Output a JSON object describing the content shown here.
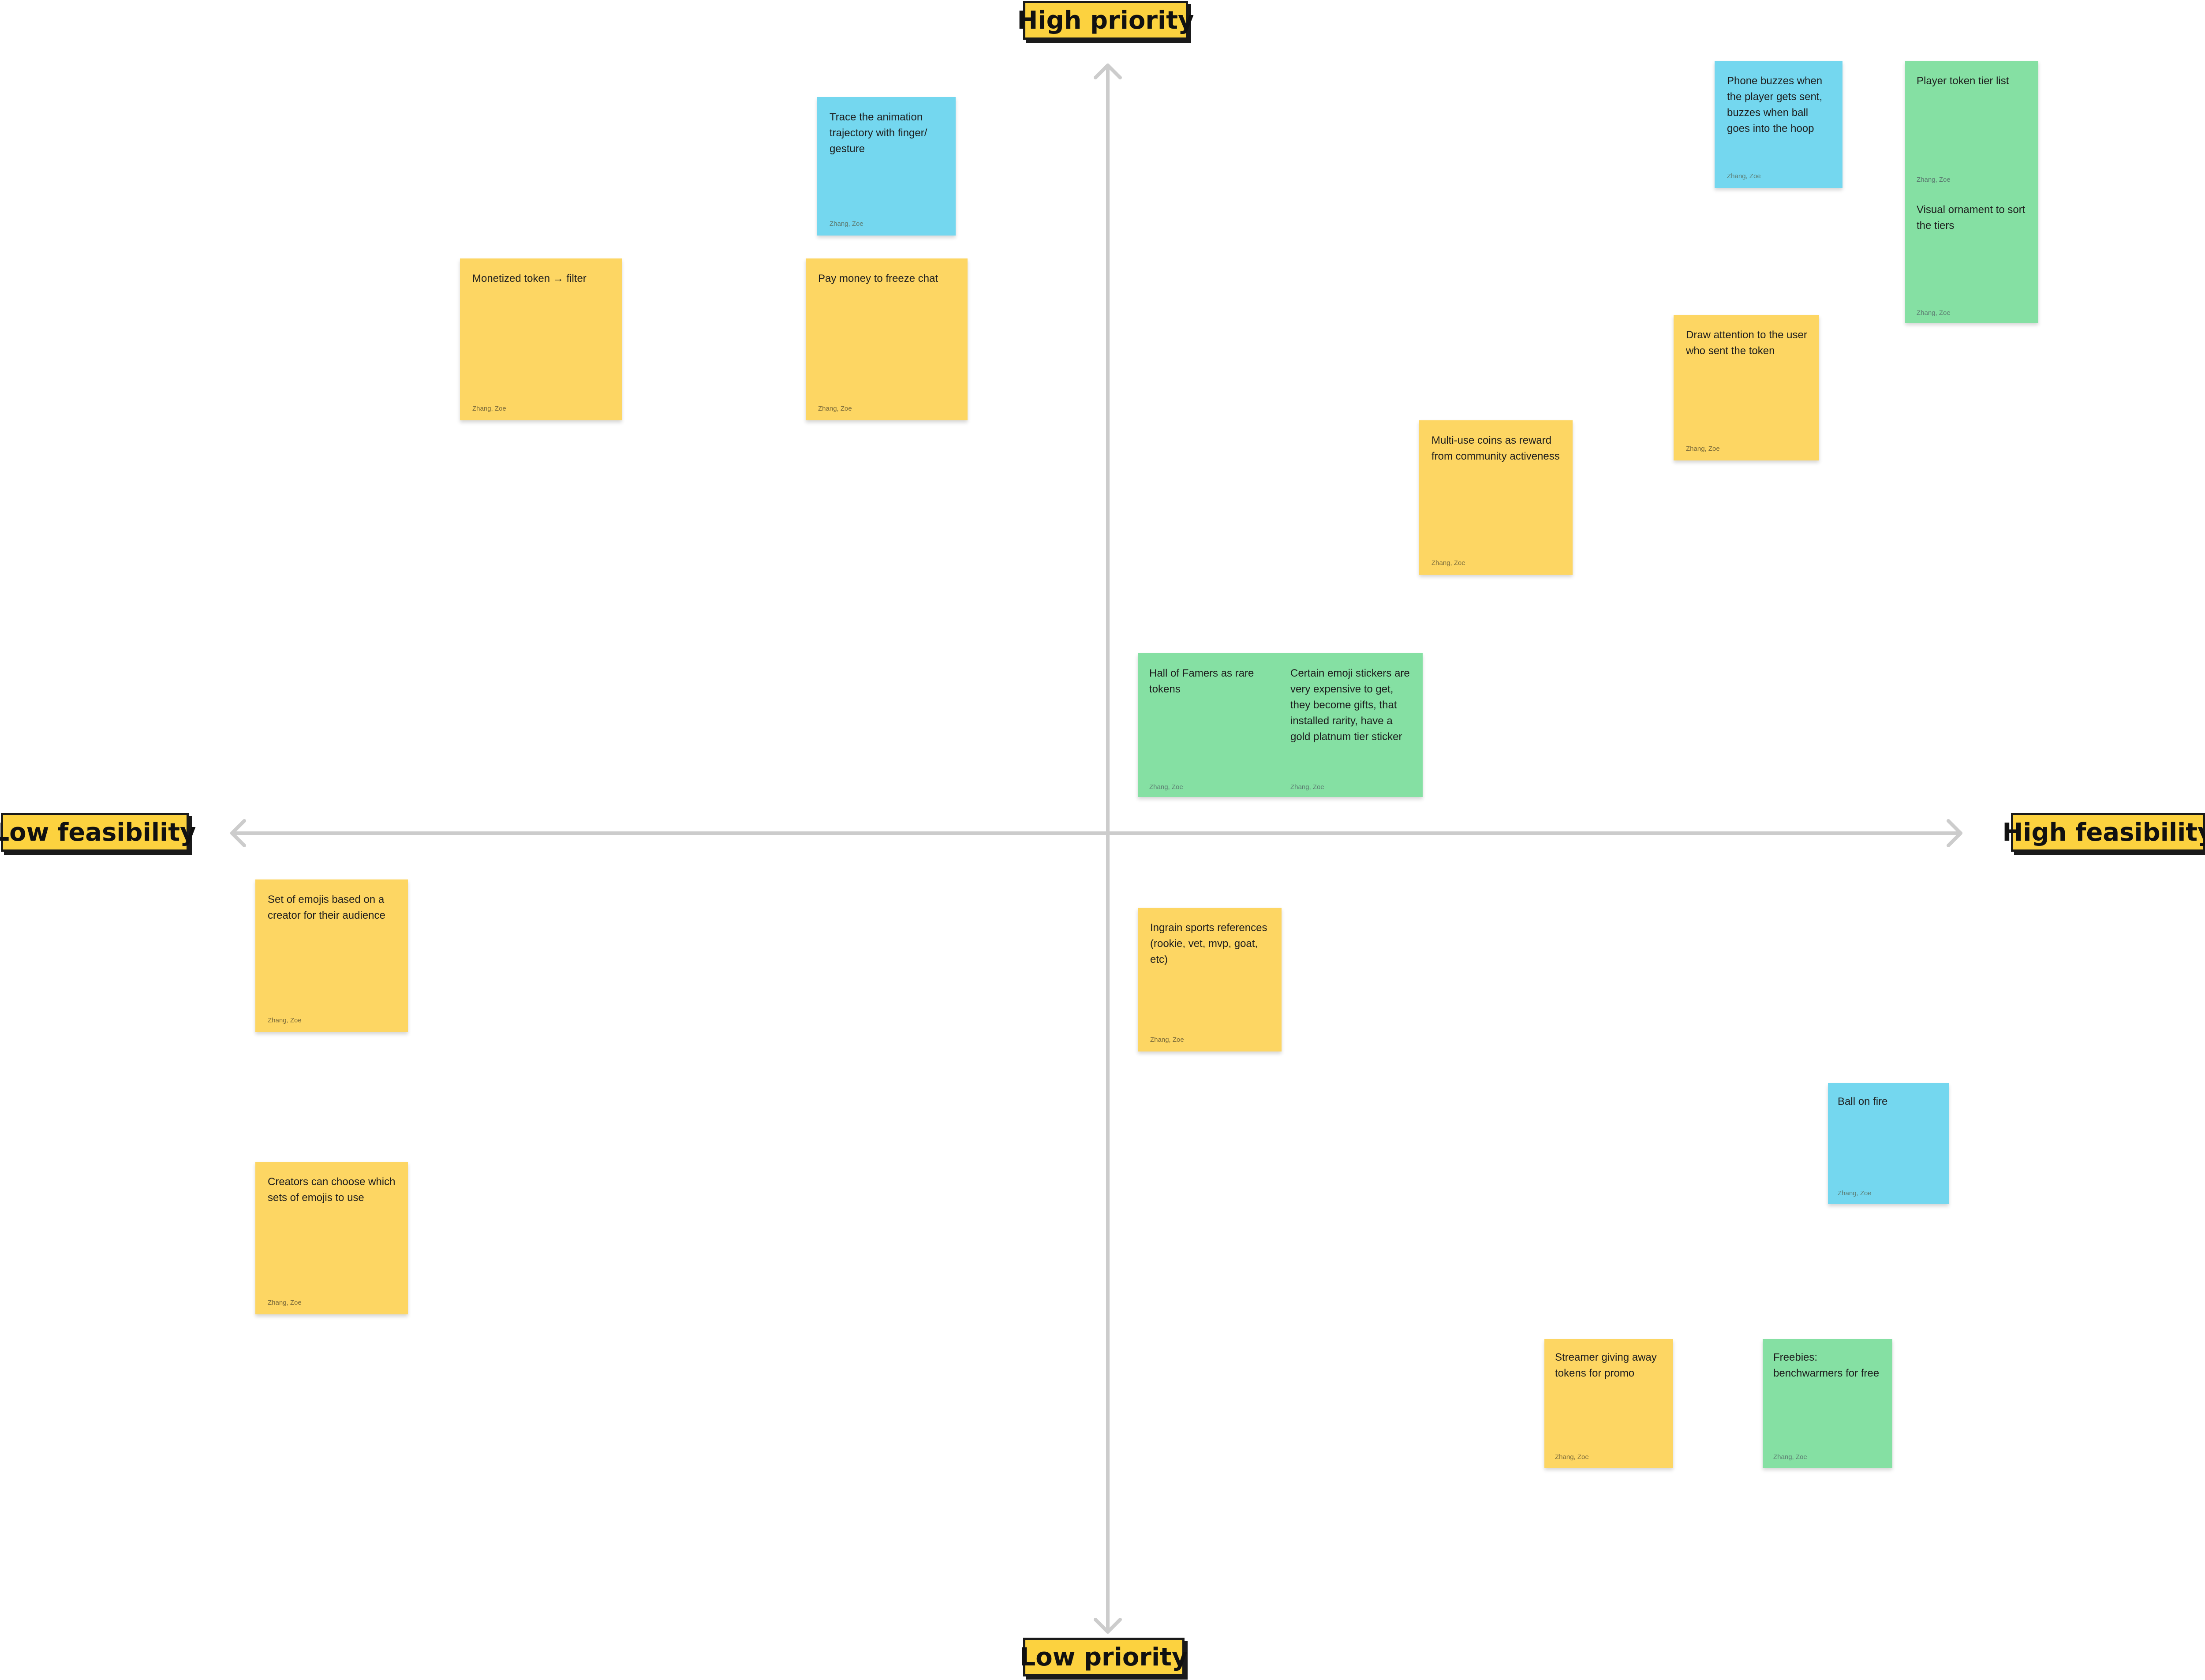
{
  "axes": {
    "top_label": "High priority",
    "bottom_label": "Low priority",
    "left_label": "Low feasibility",
    "right_label": "High feasibility",
    "axis_color": "#CCCCCC"
  },
  "colors": {
    "label_bg": "#FCD23F",
    "sticky_yellow": "#FDD663",
    "sticky_blue": "#74D7EF",
    "sticky_green": "#85E0A3"
  },
  "stickies": {
    "trace_animation": {
      "text": "Trace the animation trajectory with finger/ gesture",
      "author": "Zhang, Zoe"
    },
    "monetized_token": {
      "text": "Monetized token → filter",
      "author": "Zhang, Zoe"
    },
    "freeze_chat": {
      "text": "Pay money to freeze chat",
      "author": "Zhang, Zoe"
    },
    "phone_buzzes": {
      "text": "Phone buzzes when the player gets sent, buzzes when ball goes into the hoop",
      "author": "Zhang, Zoe"
    },
    "tier_list": {
      "text": "Player token tier list",
      "author": "Zhang, Zoe"
    },
    "visual_ornament": {
      "text": "Visual ornament to sort the tiers",
      "author": "Zhang, Zoe"
    },
    "draw_attention": {
      "text": "Draw attention to the user who sent the token",
      "author": "Zhang, Zoe"
    },
    "multi_use_coins": {
      "text": "Multi-use coins as reward from community activeness",
      "author": "Zhang, Zoe"
    },
    "hall_of_famers": {
      "text": "Hall of Famers as rare tokens",
      "author": "Zhang, Zoe"
    },
    "emoji_stickers": {
      "text": "Certain emoji stickers are very expensive to get, they become gifts, that installed rarity, have a gold platnum tier sticker",
      "author": "Zhang, Zoe"
    },
    "set_of_emojis": {
      "text": "Set of emojis based on a creator for their audience",
      "author": "Zhang, Zoe"
    },
    "sports_references": {
      "text": "Ingrain sports references (rookie, vet, mvp, goat, etc)",
      "author": "Zhang, Zoe"
    },
    "ball_on_fire": {
      "text": "Ball on fire",
      "author": "Zhang, Zoe"
    },
    "creators_choose": {
      "text": "Creators can choose which sets of emojis to use",
      "author": "Zhang, Zoe"
    },
    "streamer_giving": {
      "text": "Streamer giving away tokens for promo",
      "author": "Zhang, Zoe"
    },
    "freebies": {
      "text": "Freebies: benchwarmers for free",
      "author": "Zhang, Zoe"
    }
  }
}
